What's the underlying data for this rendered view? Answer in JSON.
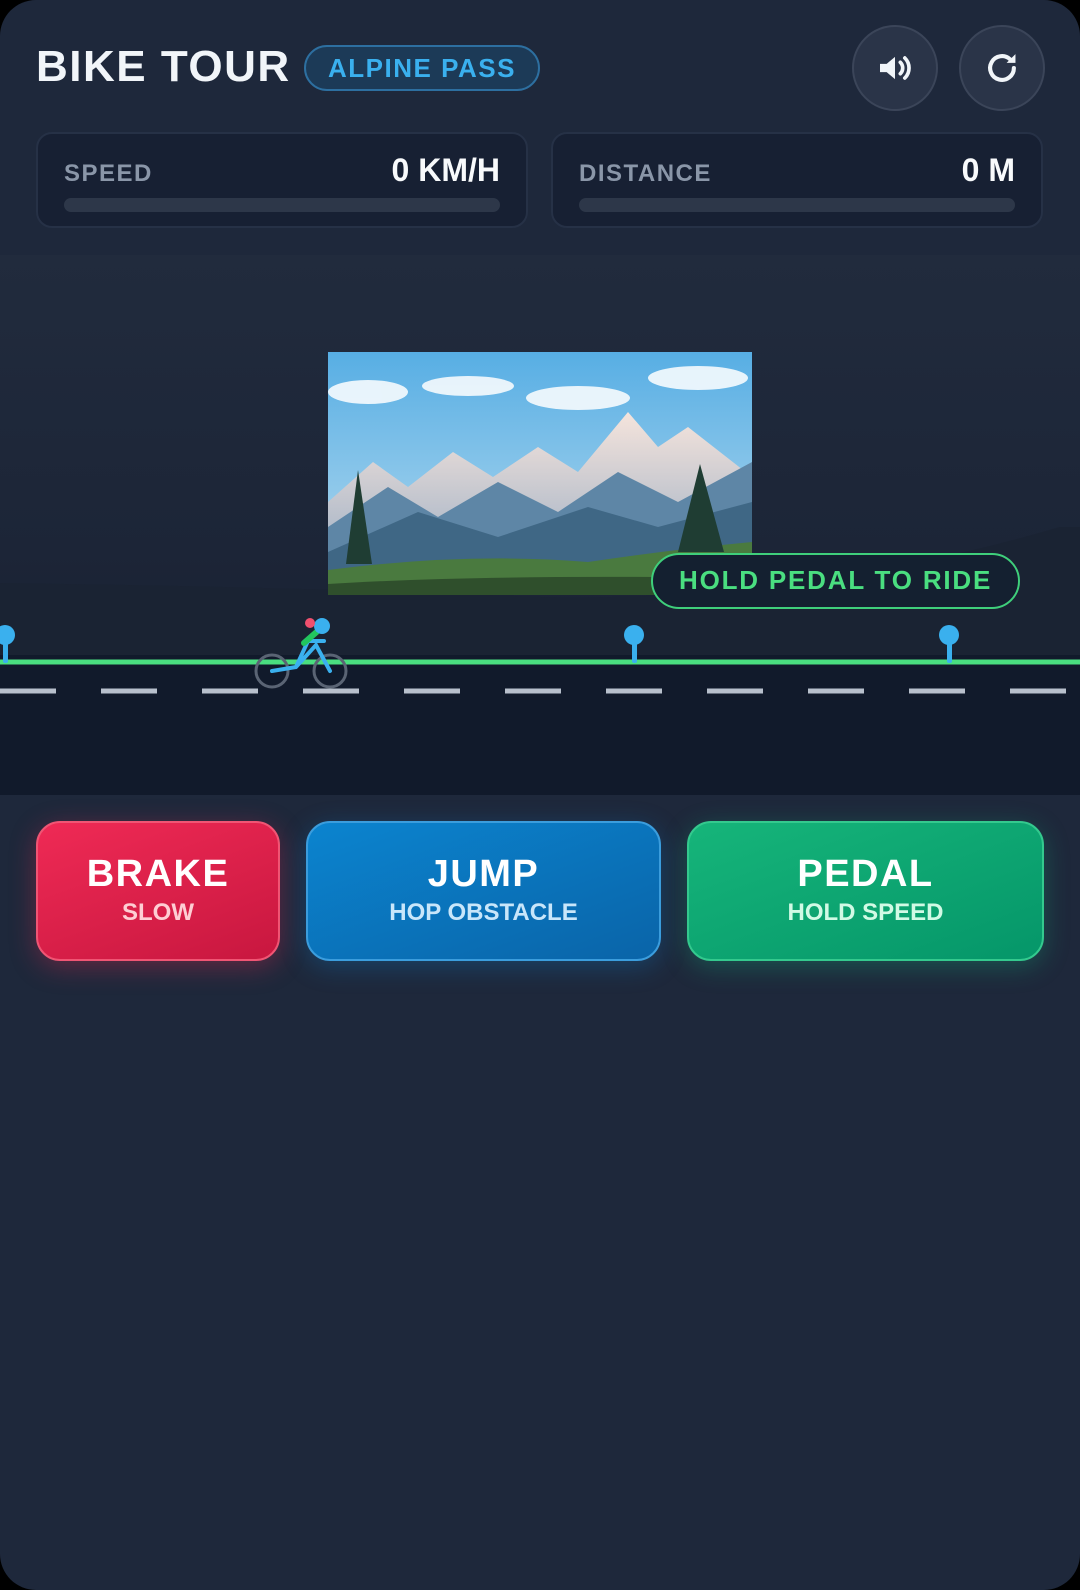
{
  "header": {
    "title": "BIKE TOUR",
    "level_badge": "ALPINE PASS",
    "sound_icon": "speaker-icon",
    "reset_icon": "restart-icon"
  },
  "stats": {
    "speed": {
      "label": "SPEED",
      "value": "0 KM/H",
      "progress": 0
    },
    "distance": {
      "label": "DISTANCE",
      "value": "0 M",
      "progress": 0
    }
  },
  "scene": {
    "prompt": "HOLD PEDAL TO RIDE",
    "route_color": "#4ade80",
    "marker_color": "#3ab0ee"
  },
  "controls": {
    "brake": {
      "label": "BRAKE",
      "sub": "SLOW",
      "color": "#e11d48"
    },
    "jump": {
      "label": "JUMP",
      "sub": "HOP OBSTACLE",
      "color": "#0a7ac4"
    },
    "pedal": {
      "label": "PEDAL",
      "sub": "HOLD SPEED",
      "color": "#10a974"
    }
  },
  "colors": {
    "background": "#1e283b",
    "accent": "#3ab0ee"
  }
}
